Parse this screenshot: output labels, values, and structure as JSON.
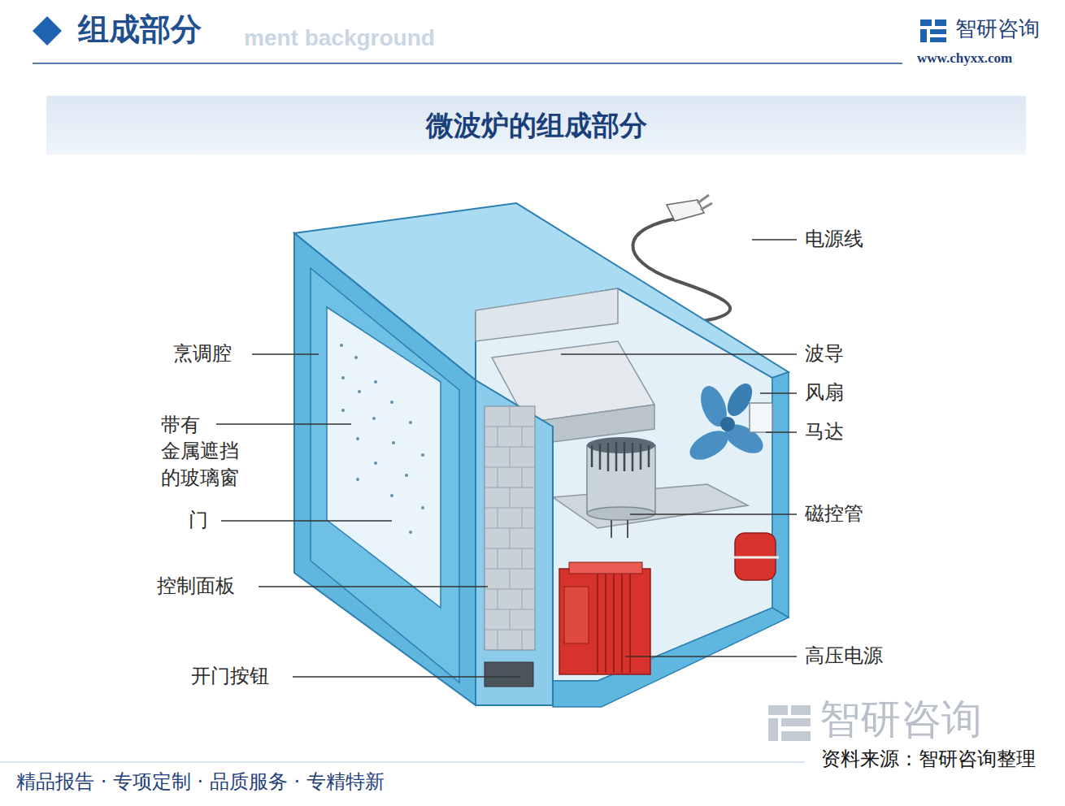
{
  "diagram": {
    "title": "组成部分",
    "nodes": [
      {
        "text": [
          "微波炉的组成部分"
        ]
      }
    ],
    "labels": [
      "ment background",
      "智研咨询",
      "www.chyxx.com",
      "电源线",
      "波导",
      "风扇",
      "马达",
      "磁控管",
      "高压电源",
      "烹调腔",
      "带有 金属遮挡 的玻璃窗",
      "门",
      "控制面板",
      "开门按钮",
      "智研咨询",
      "资料来源：智研咨询整理",
      "精品报告 · 专项定制 · 品质服务 · 专精特新"
    ]
  }
}
